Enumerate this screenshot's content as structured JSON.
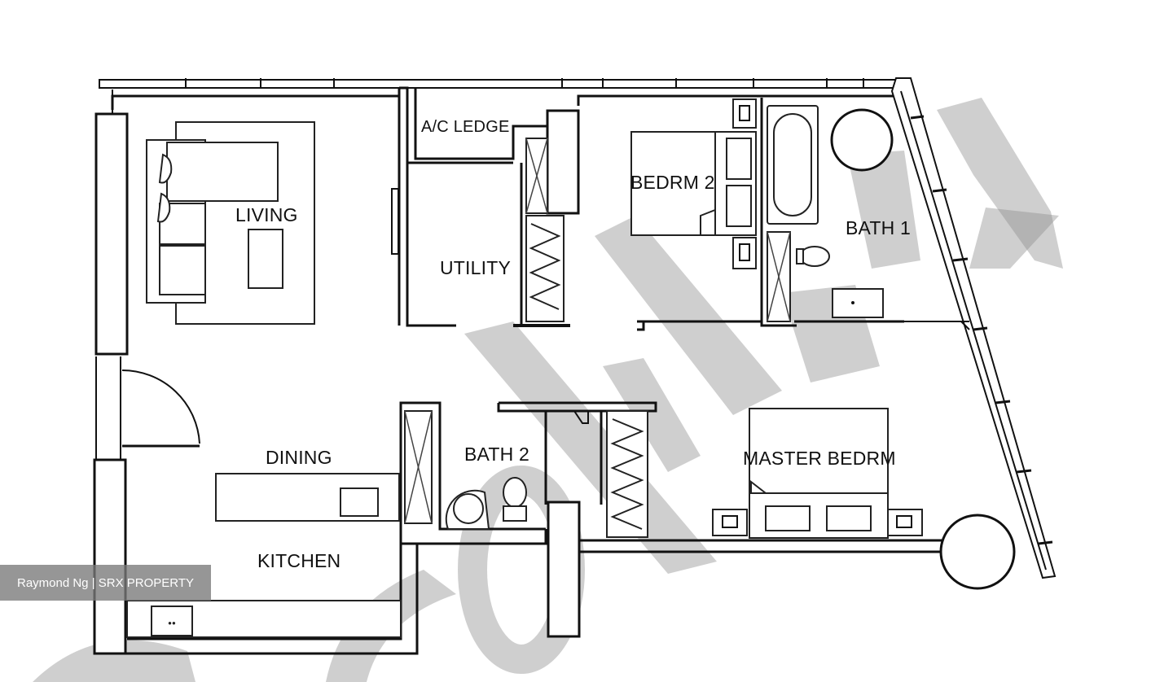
{
  "rooms": {
    "ac_ledge": "A/C LEDGE",
    "living": "LIVING",
    "utility": "UTILITY",
    "bedroom_2": "BEDRM 2",
    "bath_1": "BATH 1",
    "dining": "DINING",
    "bath_2": "BATH 2",
    "master_bedroom": "MASTER BEDRM",
    "kitchen": "KITCHEN"
  },
  "credit": "Raymond Ng | SRX PROPERTY",
  "colors": {
    "wall": "#111111",
    "watermark": "#7a7a7a",
    "credit_bg": "#787878",
    "credit_text": "#ffffff"
  }
}
